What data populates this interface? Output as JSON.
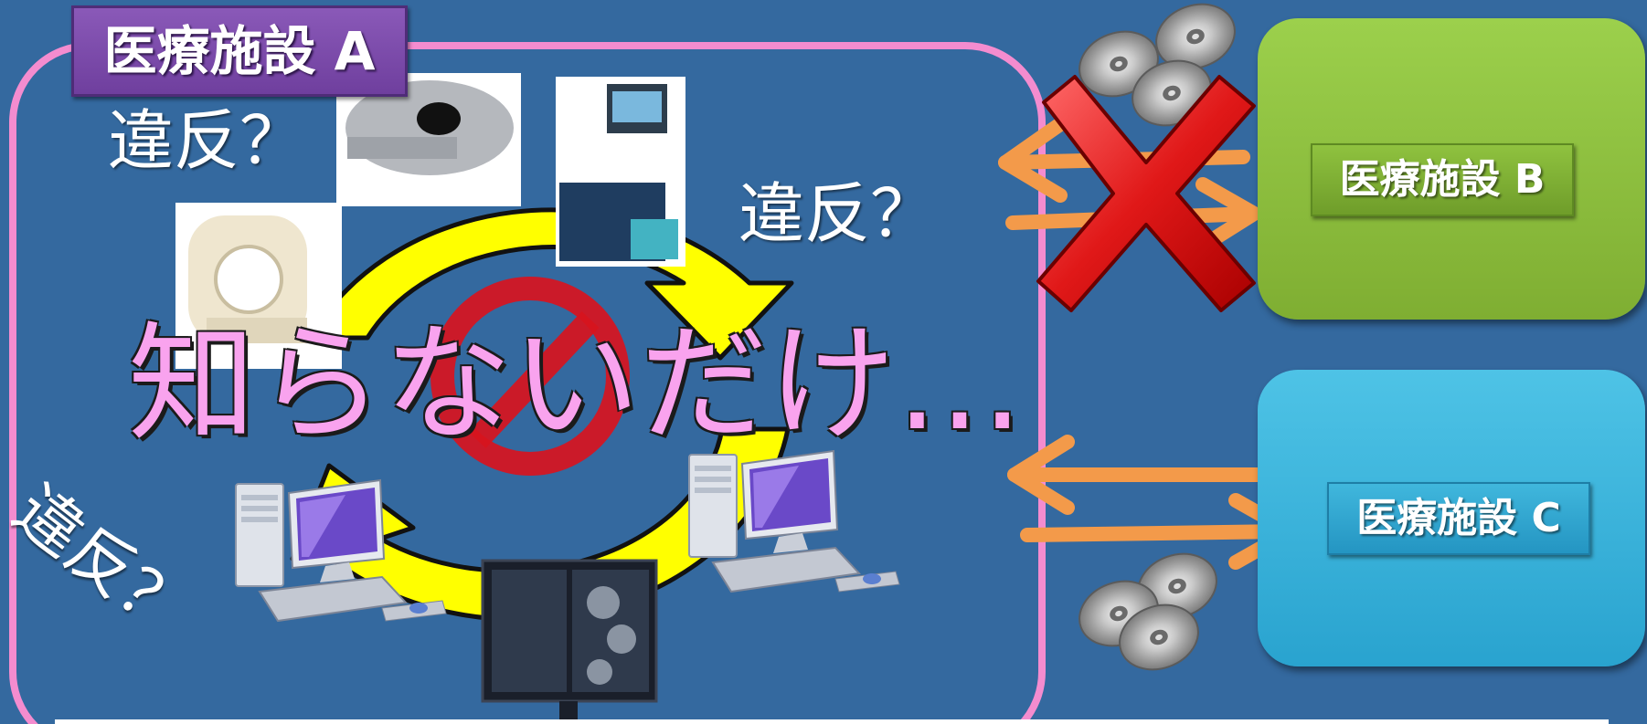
{
  "facility_a": {
    "label": "医療施設 A"
  },
  "facility_b": {
    "label": "医療施設 B"
  },
  "facility_c": {
    "label": "医療施設 C"
  },
  "violation_labels": [
    "違反？",
    "違反？",
    "違反？"
  ],
  "main_message": "知らないだけ…",
  "colors": {
    "background": "#34699f",
    "frame_border": "#f48ccf",
    "cycle_arrow": "#ffff00",
    "transfer_arrow": "#f39a4a",
    "cross": "#e01818",
    "prohibition_sign": "#d8141e",
    "main_text": "#f9a3ee"
  },
  "icons": [
    "cd-disc-icon",
    "ct-scanner-icon",
    "mri-scanner-icon",
    "ultrasound-console-icon",
    "workstation-icon",
    "medical-monitor-icon",
    "cross-mark-icon",
    "prohibition-icon"
  ]
}
